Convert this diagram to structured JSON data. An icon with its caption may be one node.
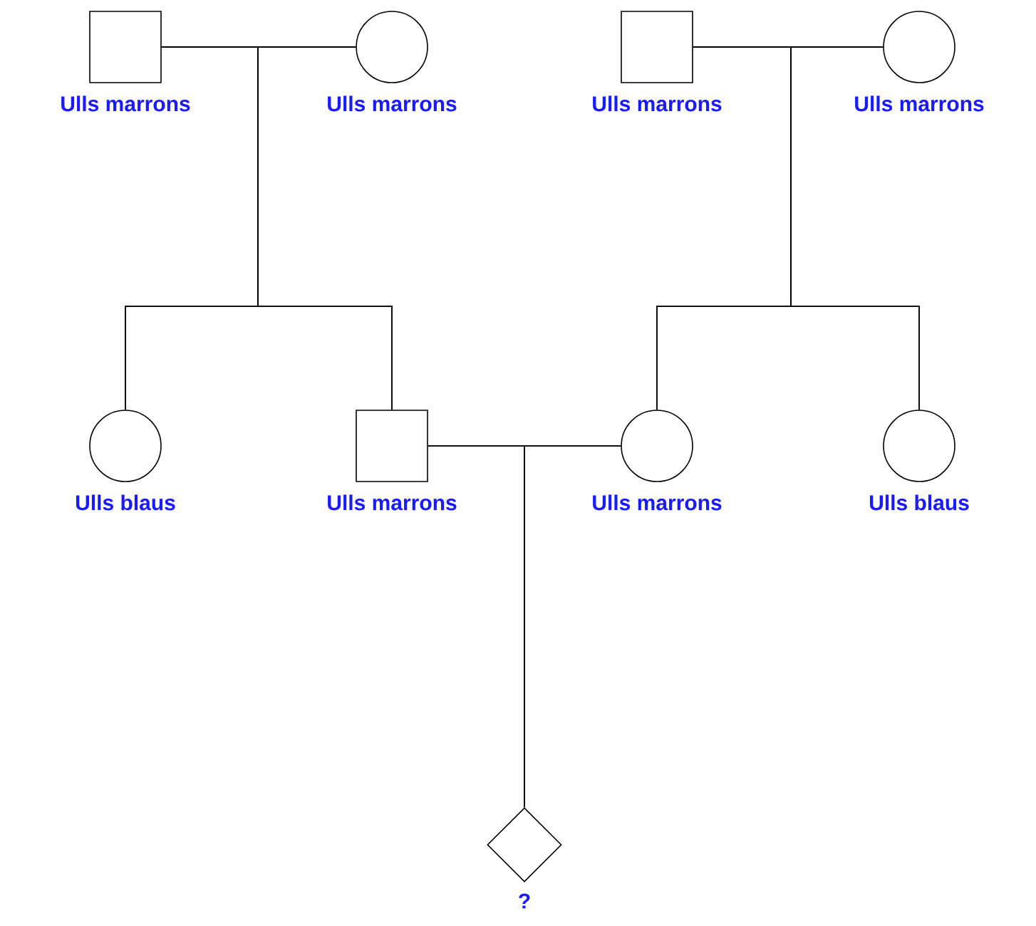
{
  "diagram": {
    "nodes": [
      {
        "text": [],
        "shape": "box",
        "beside": [
          "Ulls marrons"
        ]
      },
      {
        "text": [],
        "shape": "circle",
        "beside": [
          "Ulls marrons"
        ]
      },
      {
        "text": [],
        "shape": "box",
        "beside": [
          "Ulls marrons"
        ]
      },
      {
        "text": [],
        "shape": "circle",
        "beside": [
          "Ulls marrons"
        ]
      },
      {
        "text": [],
        "shape": "circle",
        "beside": [
          "Ulls blaus"
        ]
      },
      {
        "text": [],
        "shape": "box",
        "beside": [
          "Ulls marrons"
        ]
      },
      {
        "text": [],
        "shape": "circle",
        "beside": [
          "Ulls marrons"
        ]
      },
      {
        "text": [],
        "shape": "circle",
        "beside": [
          "Ulls blaus"
        ]
      },
      {
        "text": [],
        "shape": "diamond",
        "beside": [
          "?"
        ]
      }
    ],
    "edges": [
      {
        "from": 0,
        "to": 1,
        "arrow": "none"
      },
      {
        "from": 2,
        "to": 3,
        "arrow": "none"
      },
      {
        "from": 5,
        "to": 6,
        "arrow": "none"
      },
      {
        "from": 0,
        "to": 4,
        "arrow": "none"
      },
      {
        "from": 1,
        "to": 4,
        "arrow": "none"
      },
      {
        "from": 0,
        "to": 5,
        "arrow": "none"
      },
      {
        "from": 1,
        "to": 5,
        "arrow": "none"
      },
      {
        "from": 2,
        "to": 6,
        "arrow": "none"
      },
      {
        "from": 3,
        "to": 6,
        "arrow": "none"
      },
      {
        "from": 2,
        "to": 7,
        "arrow": "none"
      },
      {
        "from": 3,
        "to": 7,
        "arrow": "none"
      },
      {
        "from": 5,
        "to": 8,
        "arrow": "none"
      },
      {
        "from": 6,
        "to": 8,
        "arrow": "none"
      }
    ]
  }
}
